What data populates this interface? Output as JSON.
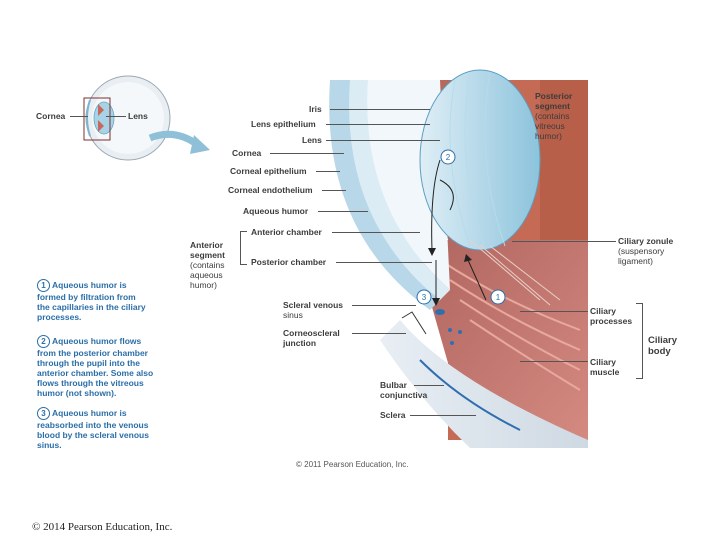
{
  "inset": {
    "cornea": "Cornea",
    "lens": "Lens"
  },
  "labels": {
    "iris": "Iris",
    "lens_epithelium": "Lens epithelium",
    "lens": "Lens",
    "cornea": "Cornea",
    "corneal_epithelium": "Corneal epithelium",
    "corneal_endothelium": "Corneal endothelium",
    "aqueous_humor": "Aqueous humor",
    "anterior_chamber": "Anterior chamber",
    "posterior_chamber": "Posterior chamber",
    "anterior_segment": [
      "Anterior",
      "segment",
      "(contains",
      "aqueous",
      "humor)"
    ],
    "posterior_segment": [
      "Posterior",
      "segment",
      "(contains",
      "vitreous",
      "humor)"
    ],
    "ciliary_zonule": [
      "Ciliary zonule",
      "(suspensory",
      "ligament)"
    ],
    "ciliary_processes": [
      "Ciliary",
      "processes"
    ],
    "ciliary_body": [
      "Ciliary",
      "body"
    ],
    "ciliary_muscle": [
      "Ciliary",
      "muscle"
    ],
    "scleral_venous_sinus": [
      "Scleral venous",
      "sinus"
    ],
    "corneoscleral_junction": [
      "Corneoscleral",
      "junction"
    ],
    "bulbar_conjunctiva": [
      "Bulbar",
      "conjunctiva"
    ],
    "sclera": "Sclera"
  },
  "markers": [
    "1",
    "2",
    "3"
  ],
  "steps": [
    {
      "num": "1",
      "text": [
        "Aqueous humor is",
        "formed by filtration from",
        "the capillaries in the ciliary",
        "processes."
      ]
    },
    {
      "num": "2",
      "text": [
        "Aqueous humor flows",
        "from the posterior chamber",
        "through the pupil into the",
        "anterior chamber. Some also",
        "flows through the vitreous",
        "humor (not shown)."
      ]
    },
    {
      "num": "3",
      "text": [
        "Aqueous humor is",
        "reabsorbed into the venous",
        "blood by the scleral venous",
        "sinus."
      ]
    }
  ],
  "copyright_inner": "© 2011 Pearson Education, Inc.",
  "copyright_outer": "© 2014 Pearson Education, Inc."
}
